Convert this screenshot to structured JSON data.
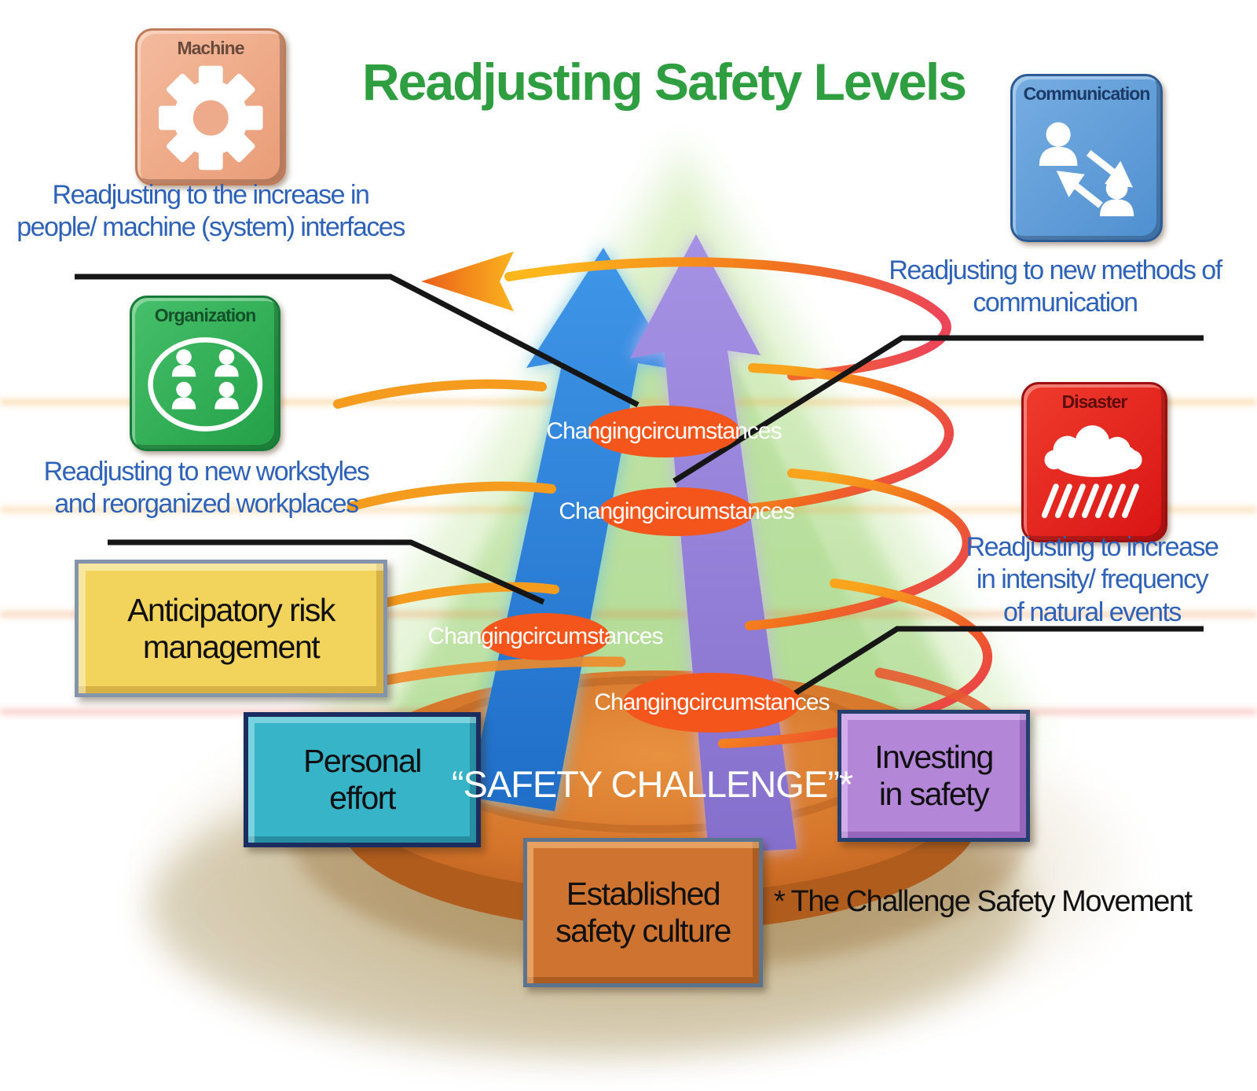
{
  "title": "Readjusting Safety Levels",
  "tiles": {
    "machine": {
      "label": "Machine",
      "icon": "gear-icon"
    },
    "organization": {
      "label": "Organization",
      "icon": "people-group-icon"
    },
    "communication": {
      "label": "Communication",
      "icon": "people-exchange-icon"
    },
    "disaster": {
      "label": "Disaster",
      "icon": "storm-cloud-rain-icon"
    }
  },
  "captions": {
    "machine": [
      "Readjusting to the increase in",
      "people/ machine (system) interfaces"
    ],
    "organization": [
      "Readjusting to new workstyles",
      "and reorganized workplaces"
    ],
    "communication": [
      "Readjusting to new methods of",
      "communication"
    ],
    "disaster": [
      "Readjusting to increase",
      "in intensity/ frequency",
      "of natural events"
    ]
  },
  "spiral_labels": [
    "Changingcircumstances",
    "Changingcircumstances",
    "Changingcircumstances",
    "Changingcircumstances"
  ],
  "boxes": {
    "anticipatory": [
      "Anticipatory risk",
      "management"
    ],
    "personal": [
      "Personal",
      "effort"
    ],
    "investing": [
      "Investing",
      "in safety"
    ],
    "established": [
      "Established",
      "safety culture"
    ]
  },
  "center_label": "“SAFETY CHALLENGE”*",
  "footnote": "* The Challenge Safety Movement",
  "colors": {
    "title_green": "#2f9e41",
    "caption_blue": "#2e62b8",
    "spiral_orange": "#f59b1e",
    "spiral_red": "#e8355e",
    "ellipse_orange": "#f4551b",
    "cone_green": "#bfe4a4",
    "arrow_blue": "#2f86d8",
    "arrow_purple": "#9a86dc",
    "disc_orange": "#cc6f22",
    "tile_machine": "#efa581",
    "tile_organization": "#2fae52",
    "tile_communication": "#5f9ed8",
    "tile_disaster": "#e32020",
    "box_yellow": "#f2d35c",
    "box_cyan": "#38b4c8",
    "box_purple": "#b486d8",
    "box_orange": "#cf7331"
  }
}
